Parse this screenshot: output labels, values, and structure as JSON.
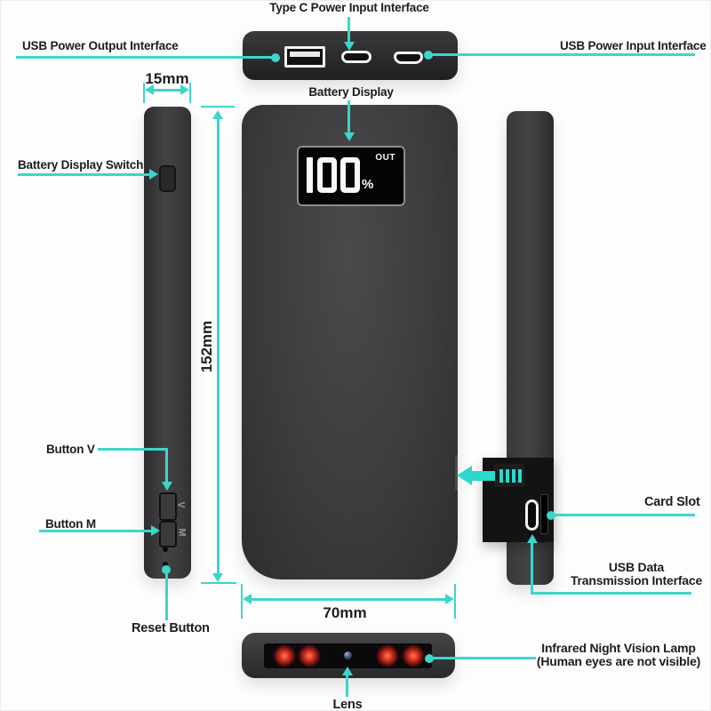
{
  "title": "Power bank camera product annotation diagram",
  "colors": {
    "accent_teal": "#3dd5ca",
    "body_gray": "#3a3a3c",
    "led_red": "#c62a1c",
    "label_text": "#1d1d1f"
  },
  "labels": {
    "type_c": "Type C Power Input Interface",
    "usb_out": "USB Power Output Interface",
    "usb_in": "USB Power Input Interface",
    "battery_display": "Battery Display",
    "battery_display_switch": "Battery Display Switch",
    "button_v": "Button V",
    "button_m": "Button M",
    "reset_button": "Reset Button",
    "card_slot": "Card Slot",
    "usb_data_line1": "USB Data",
    "usb_data_line2": "Transmission Interface",
    "infrared_line1": "Infrared Night Vision Lamp",
    "infrared_line2": "(Human eyes are not visible)",
    "lens": "Lens"
  },
  "dimensions": {
    "thickness": "15mm",
    "height": "152mm",
    "width": "70mm"
  },
  "display": {
    "battery_percent": "100",
    "percent_sign": "%",
    "mode": "OUT"
  },
  "side_buttons": {
    "v": "V",
    "m": "M"
  },
  "icons": [
    "usb-a-port-icon",
    "usb-c-port-icon",
    "micro-usb-port-icon",
    "battery-display-switch-button",
    "button-v",
    "button-m",
    "reset-hole",
    "sd-card-icon",
    "insert-arrow-icon",
    "card-slot-opening",
    "micro-usb-data-port",
    "infrared-led",
    "camera-lens"
  ]
}
